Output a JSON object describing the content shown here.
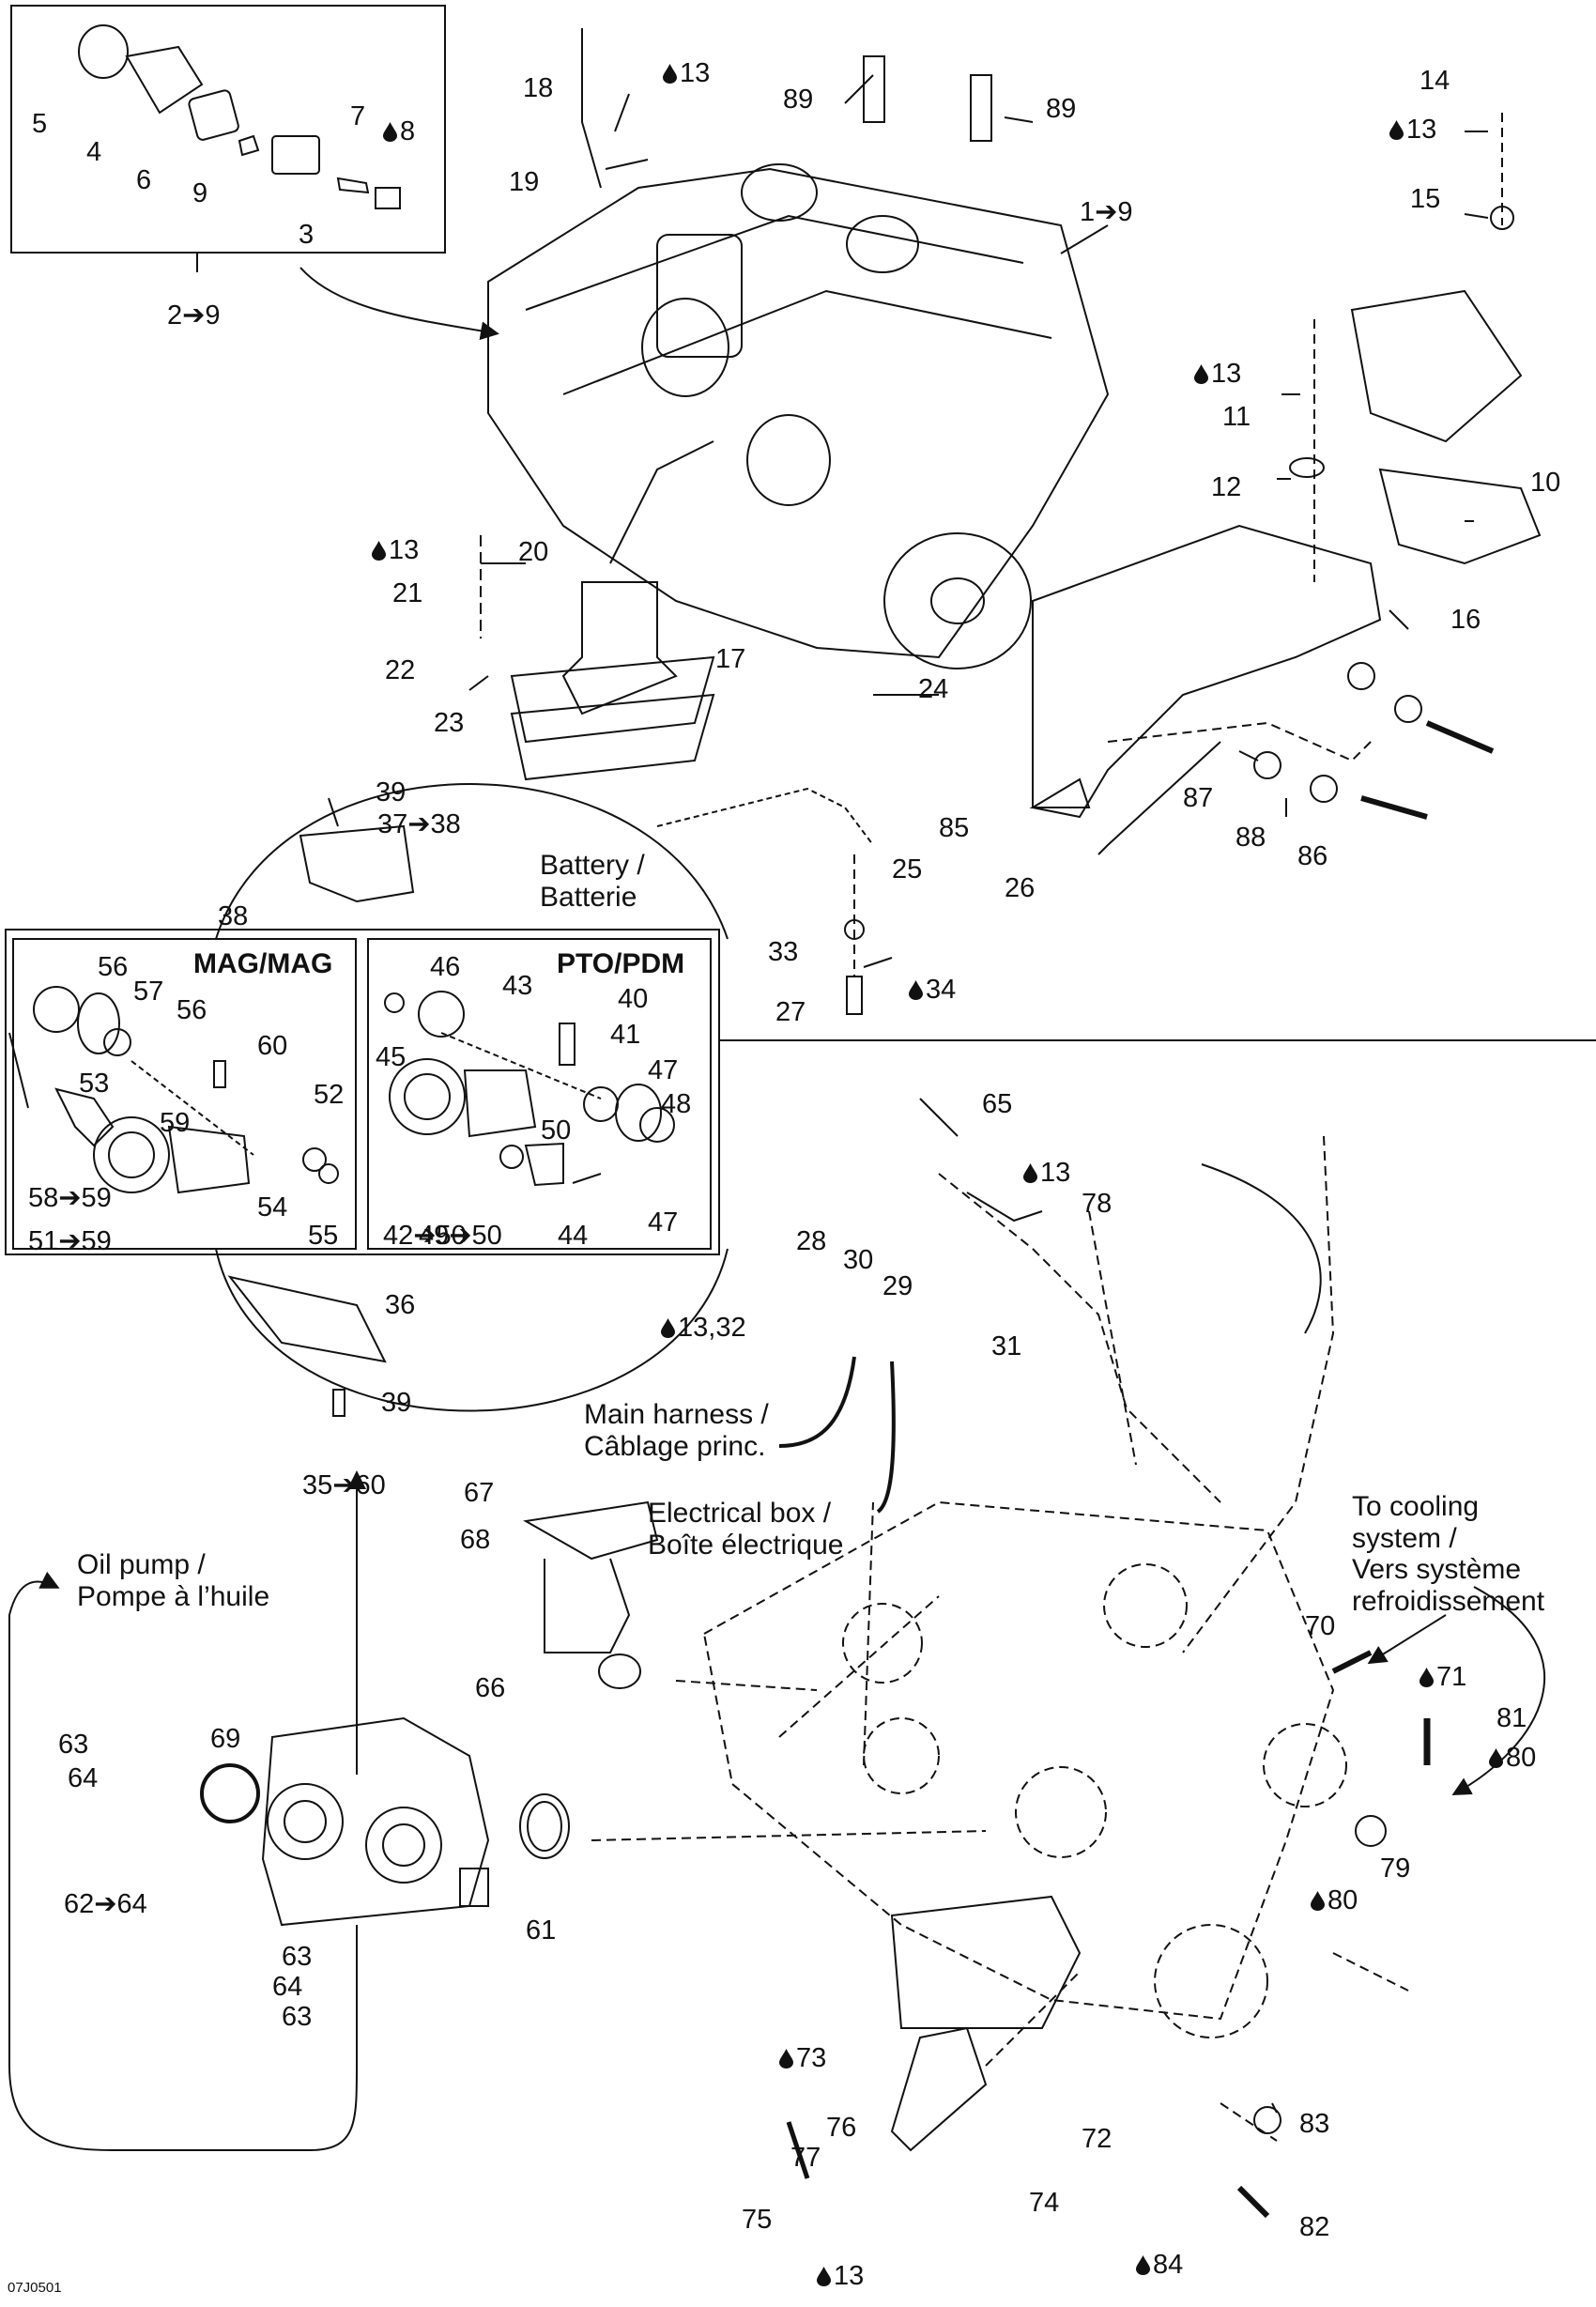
{
  "figure_code": "07J0501",
  "boxes": {
    "mag_title": "MAG/MAG",
    "pto_title": "PTO/PDM"
  },
  "notes": {
    "battery_1": "Battery /",
    "battery_2": "Batterie",
    "main_harness_1": "Main harness /",
    "main_harness_2": "Câblage princ.",
    "electrical_box_1": "Electrical box /",
    "electrical_box_2": "Boîte électrique",
    "cooling_1": "To cooling",
    "cooling_2": "system /",
    "cooling_3": "Vers système",
    "cooling_4": "refroidissement",
    "oil_pump_1": "Oil pump /",
    "oil_pump_2": "Pompe à l’huile"
  },
  "callouts": {
    "c1": "1➔9",
    "c2": "2➔9",
    "c3": "3",
    "c4": "4",
    "c5": "5",
    "c6": "6",
    "c7": "7",
    "c8": "8",
    "c9": "9",
    "c10": "10",
    "c11": "11",
    "c12": "12",
    "c13a": "13",
    "c13b": "13",
    "c13c": "13",
    "c13d": "13",
    "c13e": "13",
    "c13f": "13",
    "c1332": "13,32",
    "c14": "14",
    "c15": "15",
    "c16": "16",
    "c17": "17",
    "c18": "18",
    "c19": "19",
    "c20": "20",
    "c21": "21",
    "c22": "22",
    "c23": "23",
    "c24": "24",
    "c25": "25",
    "c26": "26",
    "c27": "27",
    "c28": "28",
    "c29": "29",
    "c30": "30",
    "c31": "31",
    "c33": "33",
    "c34": "34",
    "c3560": "35➔60",
    "c36": "36",
    "c3738": "37➔38",
    "c38": "38",
    "c39a": "39",
    "c39b": "39",
    "c40": "40",
    "c41": "41",
    "c4250": "42➔50",
    "c43": "43",
    "c44": "44",
    "c45": "45",
    "c46": "46",
    "c47a": "47",
    "c47b": "47",
    "c48": "48",
    "c4950": "49➔50",
    "c50": "50",
    "c5159": "51➔59",
    "c52": "52",
    "c53": "53",
    "c54": "54",
    "c55": "55",
    "c56a": "56",
    "c56b": "56",
    "c57": "57",
    "c5859": "58➔59",
    "c59": "59",
    "c60": "60",
    "c61": "61",
    "c6264": "62➔64",
    "c63a": "63",
    "c63b": "63",
    "c63c": "63",
    "c64a": "64",
    "c64b": "64",
    "c65": "65",
    "c66": "66",
    "c67": "67",
    "c68": "68",
    "c69": "69",
    "c70": "70",
    "c71": "71",
    "c72": "72",
    "c73": "73",
    "c74": "74",
    "c75": "75",
    "c76": "76",
    "c77": "77",
    "c78": "78",
    "c79": "79",
    "c80a": "80",
    "c80b": "80",
    "c81": "81",
    "c82": "82",
    "c83": "83",
    "c84": "84",
    "c85": "85",
    "c86": "86",
    "c87": "87",
    "c88": "88",
    "c89a": "89",
    "c89b": "89"
  },
  "icons": {
    "lubricant": "oil-drop-icon"
  },
  "colors": {
    "ink": "#111111",
    "background": "#ffffff"
  }
}
